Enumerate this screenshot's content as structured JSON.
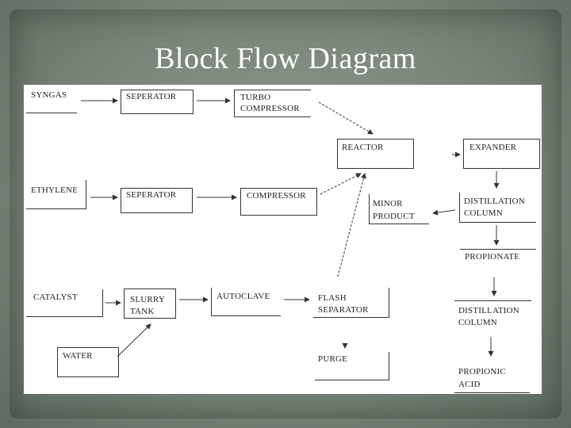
{
  "title": "Block Flow Diagram",
  "nodes": {
    "syngas": "SYNGAS",
    "separator_1": "SEPERATOR",
    "turbo_compressor_1": "TURBO",
    "turbo_compressor_2": "COMPRESSOR",
    "reactor": "REACTOR",
    "expander": "EXPANDER",
    "ethylene": "ETHYLENE",
    "separator_2": "SEPERATOR",
    "compressor": "COMPRESSOR",
    "minor_product_1": "MINOR",
    "minor_product_2": "PRODUCT",
    "distillation_column_1a": "DISTILLATION",
    "distillation_column_1b": "COLUMN",
    "propionate": "PROPIONATE",
    "catalyst": "CATALYST",
    "slurry_tank_1": "SLURRY",
    "slurry_tank_2": "TANK",
    "autoclave": "AUTOCLAVE",
    "flash_separator_1": "FLASH",
    "flash_separator_2": "SEPARATOR",
    "distillation_column_2a": "DISTILLATION",
    "distillation_column_2b": "COLUMN",
    "water": "WATER",
    "purge": "PURGE",
    "propionic_acid_1": "PROPIONIC",
    "propionic_acid_2": "ACID"
  }
}
